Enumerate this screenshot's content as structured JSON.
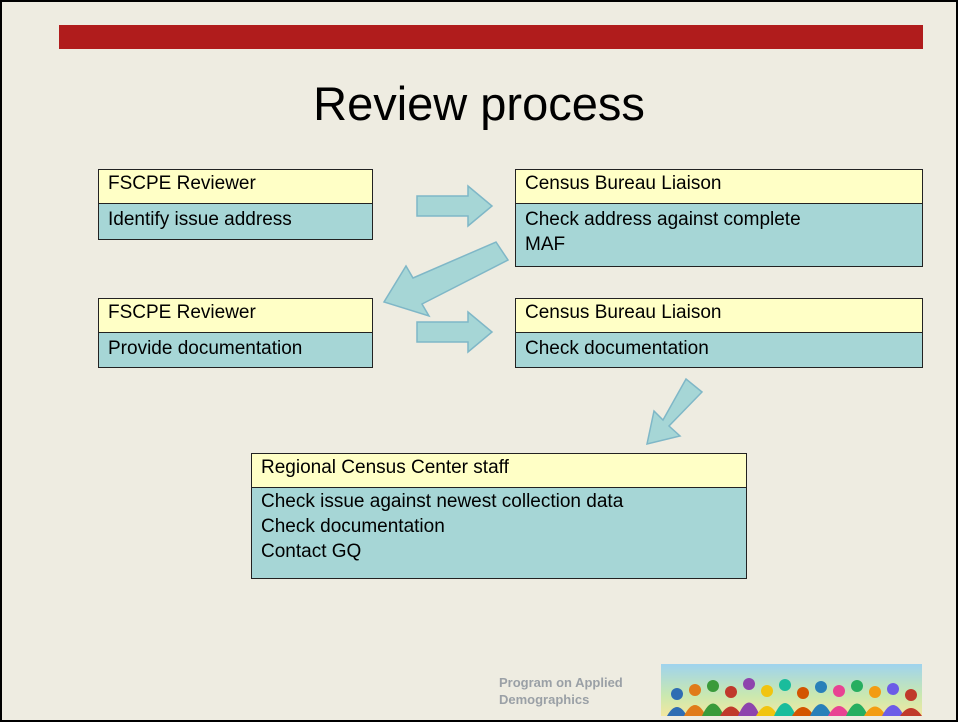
{
  "title": "Review process",
  "boxes": [
    {
      "header": "FSCPE Reviewer",
      "lines": [
        "Identify issue address"
      ]
    },
    {
      "header": "Census Bureau Liaison",
      "lines": [
        "Check address against complete",
        "MAF"
      ]
    },
    {
      "header": "FSCPE Reviewer",
      "lines": [
        "Provide documentation"
      ]
    },
    {
      "header": "Census Bureau Liaison",
      "lines": [
        "Check documentation"
      ]
    },
    {
      "header": "Regional Census Center staff",
      "lines": [
        "Check issue against newest collection data",
        "Check documentation",
        "Contact GQ"
      ]
    }
  ],
  "footer": {
    "line1": "Program on Applied",
    "line2": "Demographics"
  },
  "colors": {
    "background": "#eeece1",
    "top_bar": "#b01c1c",
    "box_header": "#ffffc6",
    "box_body": "#a6d6d6",
    "arrow_fill": "#a6d6d6",
    "arrow_stroke": "#7fb7c7"
  },
  "logo_icon": "people-silhouettes-logo"
}
